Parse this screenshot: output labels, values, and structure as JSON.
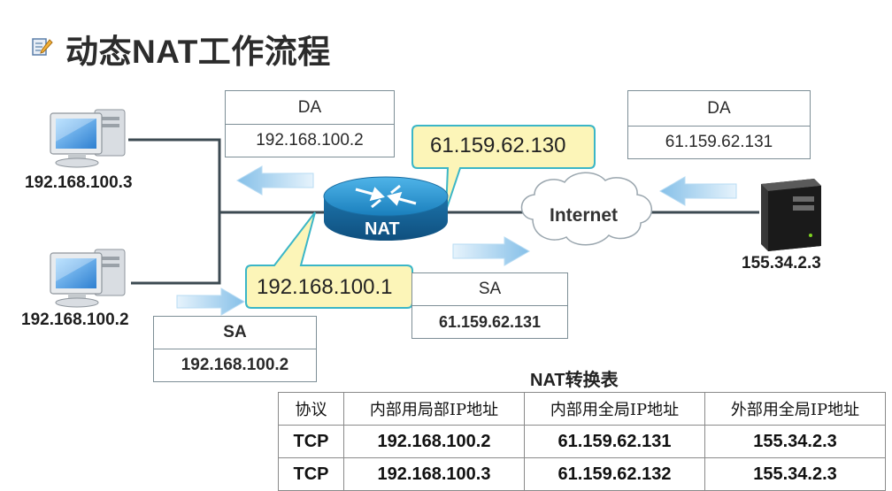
{
  "title": "动态NAT工作流程",
  "hosts": {
    "pc_top": "192.168.100.3",
    "pc_bottom": "192.168.100.2",
    "server": "155.34.2.3"
  },
  "router_label": "NAT",
  "cloud_label": "Internet",
  "callouts": {
    "outside": "61.159.62.130",
    "inside": "192.168.100.1"
  },
  "packets": {
    "left_da": {
      "header": "DA",
      "value": "192.168.100.2"
    },
    "right_da": {
      "header": "DA",
      "value": "61.159.62.131"
    },
    "middle_sa": {
      "header": "SA",
      "value": "61.159.62.131"
    },
    "bottom_sa": {
      "header": "SA",
      "value": "192.168.100.2"
    }
  },
  "nat_table": {
    "title": "NAT转换表",
    "headers": [
      "协议",
      "内部用局部IP地址",
      "内部用全局IP地址",
      "外部用全局IP地址"
    ],
    "rows": [
      [
        "TCP",
        "192.168.100.2",
        "61.159.62.131",
        "155.34.2.3"
      ],
      [
        "TCP",
        "192.168.100.3",
        "61.159.62.132",
        "155.34.2.3"
      ]
    ]
  },
  "colors": {
    "callout_fill": "#fcf5b8",
    "callout_border": "#3bb6c7",
    "arrow": "#8ec4ea",
    "router": "#1a86c2",
    "line": "#3c4a52"
  }
}
